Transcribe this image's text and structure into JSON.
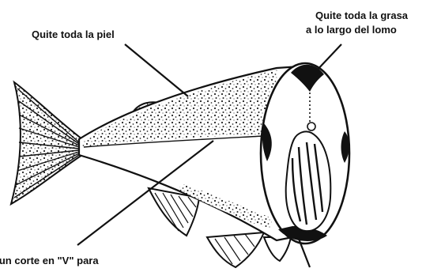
{
  "labels": {
    "skin": "Quite toda la piel",
    "back_fat_line1": "Quite toda la grasa",
    "back_fat_line2": "a lo largo del lomo",
    "v_cut": "a un corte en \"V\" para"
  },
  "illustration": {
    "subject": "fish-cross-section",
    "ink_color": "#111111",
    "background_color": "#ffffff"
  }
}
